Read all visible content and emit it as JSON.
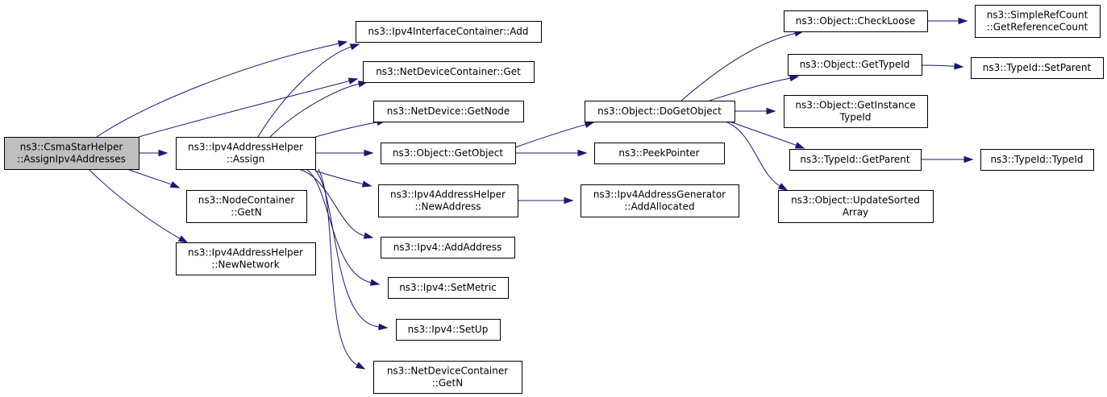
{
  "colors": {
    "edge": "#191970",
    "node_fill": "#ffffff",
    "root_fill": "#bfbfbf",
    "border": "#000000"
  },
  "nodes": [
    {
      "id": "n0",
      "lines": [
        "ns3::CsmaStarHelper",
        "::AssignIpv4Addresses"
      ],
      "root": true
    },
    {
      "id": "n1",
      "lines": [
        "ns3::Ipv4AddressHelper",
        "::Assign"
      ]
    },
    {
      "id": "n2",
      "lines": [
        "ns3::NodeContainer",
        "::GetN"
      ]
    },
    {
      "id": "n3",
      "lines": [
        "ns3::Ipv4AddressHelper",
        "::NewNetwork"
      ]
    },
    {
      "id": "n4",
      "lines": [
        "ns3::Ipv4InterfaceContainer::Add"
      ]
    },
    {
      "id": "n5",
      "lines": [
        "ns3::NetDeviceContainer::Get"
      ]
    },
    {
      "id": "n6",
      "lines": [
        "ns3::NetDevice::GetNode"
      ]
    },
    {
      "id": "n7",
      "lines": [
        "ns3::Object::GetObject"
      ]
    },
    {
      "id": "n8",
      "lines": [
        "ns3::Ipv4AddressHelper",
        "::NewAddress"
      ]
    },
    {
      "id": "n9",
      "lines": [
        "ns3::Ipv4::AddAddress"
      ]
    },
    {
      "id": "n10",
      "lines": [
        "ns3::Ipv4::SetMetric"
      ]
    },
    {
      "id": "n11",
      "lines": [
        "ns3::Ipv4::SetUp"
      ]
    },
    {
      "id": "n12",
      "lines": [
        "ns3::NetDeviceContainer",
        "::GetN"
      ]
    },
    {
      "id": "n13",
      "lines": [
        "ns3::Object::DoGetObject"
      ]
    },
    {
      "id": "n14",
      "lines": [
        "ns3::PeekPointer"
      ]
    },
    {
      "id": "n15",
      "lines": [
        "ns3::Ipv4AddressGenerator",
        "::AddAllocated"
      ]
    },
    {
      "id": "n16",
      "lines": [
        "ns3::Object::CheckLoose"
      ]
    },
    {
      "id": "n17",
      "lines": [
        "ns3::Object::GetTypeId"
      ]
    },
    {
      "id": "n18",
      "lines": [
        "ns3::Object::GetInstance",
        "TypeId"
      ]
    },
    {
      "id": "n19",
      "lines": [
        "ns3::TypeId::GetParent"
      ]
    },
    {
      "id": "n20",
      "lines": [
        "ns3::Object::UpdateSorted",
        "Array"
      ]
    },
    {
      "id": "n21",
      "lines": [
        "ns3::SimpleRefCount",
        "::GetReferenceCount"
      ]
    },
    {
      "id": "n22",
      "lines": [
        "ns3::TypeId::SetParent"
      ]
    },
    {
      "id": "n23",
      "lines": [
        "ns3::TypeId::TypeId"
      ]
    }
  ],
  "edges": [
    [
      "n0",
      "n1"
    ],
    [
      "n0",
      "n2"
    ],
    [
      "n0",
      "n3"
    ],
    [
      "n0",
      "n4"
    ],
    [
      "n0",
      "n5"
    ],
    [
      "n1",
      "n4"
    ],
    [
      "n1",
      "n5"
    ],
    [
      "n1",
      "n6"
    ],
    [
      "n1",
      "n7"
    ],
    [
      "n1",
      "n8"
    ],
    [
      "n1",
      "n9"
    ],
    [
      "n1",
      "n10"
    ],
    [
      "n1",
      "n11"
    ],
    [
      "n1",
      "n12"
    ],
    [
      "n7",
      "n13"
    ],
    [
      "n7",
      "n14"
    ],
    [
      "n8",
      "n15"
    ],
    [
      "n13",
      "n16"
    ],
    [
      "n13",
      "n17"
    ],
    [
      "n13",
      "n18"
    ],
    [
      "n13",
      "n19"
    ],
    [
      "n13",
      "n20"
    ],
    [
      "n16",
      "n21"
    ],
    [
      "n17",
      "n22"
    ],
    [
      "n19",
      "n23"
    ]
  ]
}
